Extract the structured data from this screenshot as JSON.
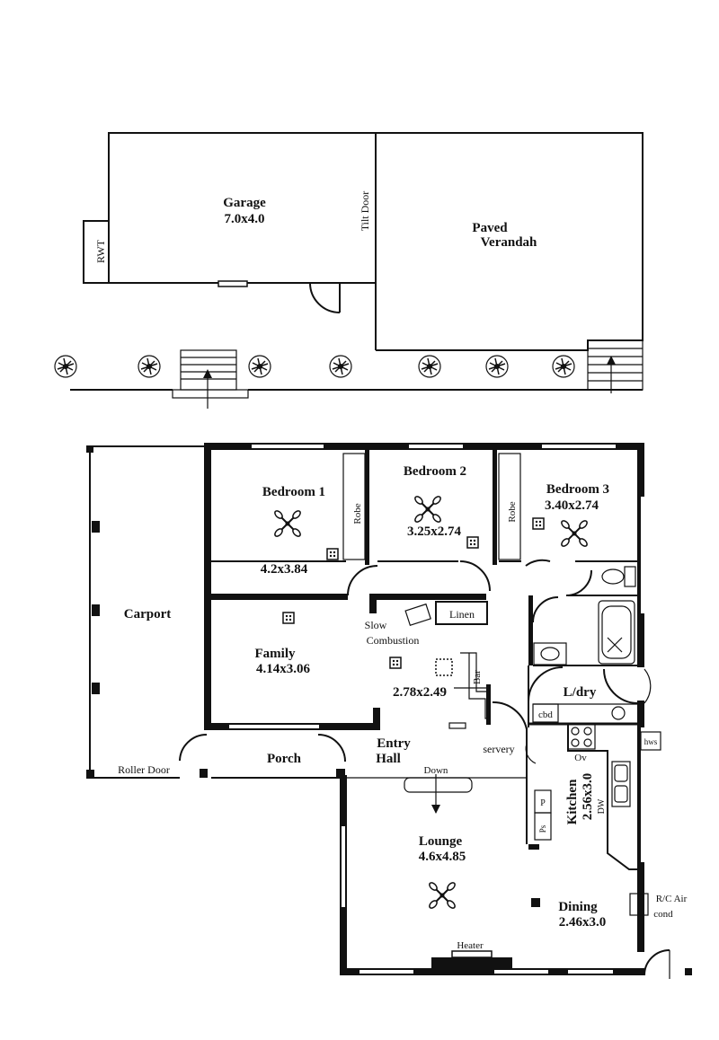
{
  "outbuilding": {
    "garage_name": "Garage",
    "garage_size": "7.0x4.0",
    "rwt": "RWT",
    "tilt_door": "Tilt Door",
    "verandah_line1": "Paved",
    "verandah_line2": "Verandah"
  },
  "house": {
    "bedroom1_name": "Bedroom 1",
    "bedroom1_size": "4.2x3.84",
    "bedroom2_name": "Bedroom 2",
    "bedroom2_size": "3.25x2.74",
    "bedroom3_name": "Bedroom 3",
    "bedroom3_size": "3.40x2.74",
    "robe": "Robe",
    "carport": "Carport",
    "roller_door": "Roller Door",
    "family_name": "Family",
    "family_size": "4.14x3.06",
    "slow_combustion_1": "Slow",
    "slow_combustion_2": "Combustion",
    "linen": "Linen",
    "bar": "Bar",
    "meals_size": "2.78x2.49",
    "ldry": "L/dry",
    "cbd": "cbd",
    "hws": "hws",
    "porch": "Porch",
    "entry_1": "Entry",
    "entry_2": "Hall",
    "servery": "servery",
    "down": "Down",
    "ov": "Ov",
    "kitchen_name": "Kitchen",
    "kitchen_size": "2.56x3.0",
    "dw": "DW",
    "p": "P",
    "ps": "Ps",
    "lounge_name": "Lounge",
    "lounge_size": "4.6x4.85",
    "heater": "Heater",
    "dining_name": "Dining",
    "dining_size": "2.46x3.0",
    "rc_air_1": "R/C Air",
    "rc_air_2": "cond"
  }
}
